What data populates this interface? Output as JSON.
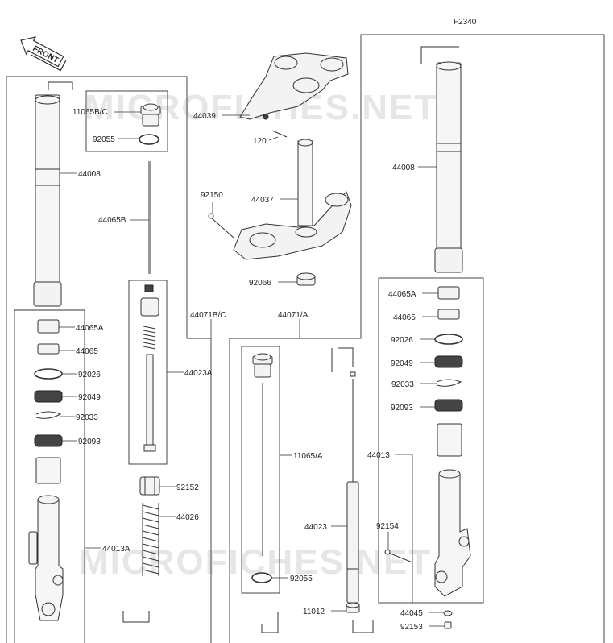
{
  "diagram": {
    "figure_code": "F2340",
    "front_label": "FRONT",
    "watermark": "MICROFICHES.NET"
  },
  "parts": {
    "p11065bc": "11065B/C",
    "p92055_top": "92055",
    "p44008_left": "44008",
    "p44065b": "44065B",
    "p44071bc": "44071B/C",
    "p44023a": "44023A",
    "p92152": "92152",
    "p44026": "44026",
    "p44013a": "44013A",
    "p44065a_left": "44065A",
    "p44065_left": "44065",
    "p92026_left": "92026",
    "p92049_left": "92049",
    "p92033_left": "92033",
    "p92093_left": "92093",
    "p44039": "44039",
    "p120": "120",
    "p92150": "92150",
    "p44037": "44037",
    "p92066": "92066",
    "p44071a": "44071/A",
    "p11065a": "11065/A",
    "p44023": "44023",
    "p92055_bottom": "92055",
    "p11012": "11012",
    "p44008_right": "44008",
    "p44065a_right": "44065A",
    "p44065_right": "44065",
    "p92026_right": "92026",
    "p92049_right": "92049",
    "p92033_right": "92033",
    "p92093_right": "92093",
    "p44013": "44013",
    "p92154": "92154",
    "p44045": "44045",
    "p92153": "92153"
  }
}
